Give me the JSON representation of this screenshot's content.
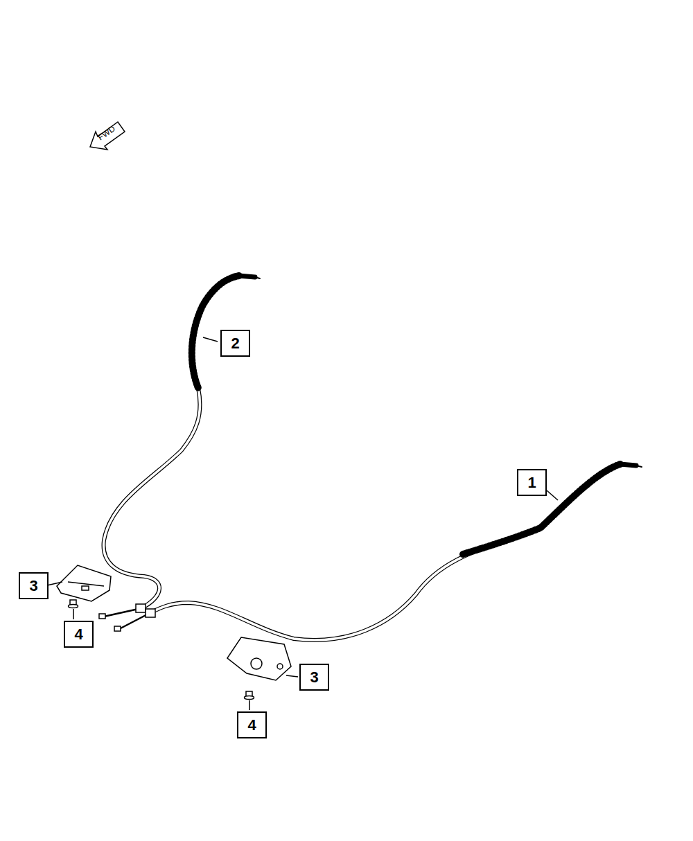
{
  "diagram": {
    "labels": [
      "FWD",
      "2",
      "1",
      "3",
      "4",
      "3",
      "4"
    ]
  }
}
